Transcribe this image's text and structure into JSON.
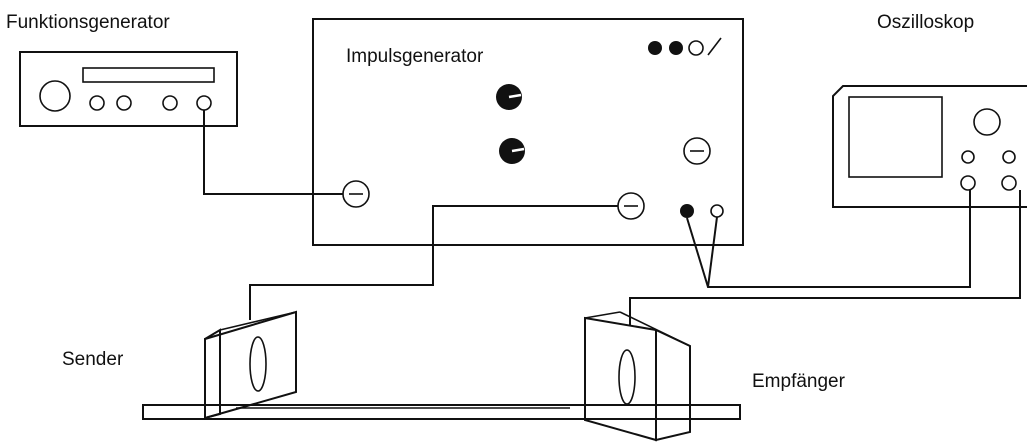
{
  "labels": {
    "function_generator": "Funktionsgenerator",
    "pulse_generator": "Impulsgenerator",
    "oscilloscope": "Oszilloskop",
    "sender": "Sender",
    "receiver": "Empfänger"
  },
  "colors": {
    "line": "#111111",
    "background": "#ffffff"
  }
}
